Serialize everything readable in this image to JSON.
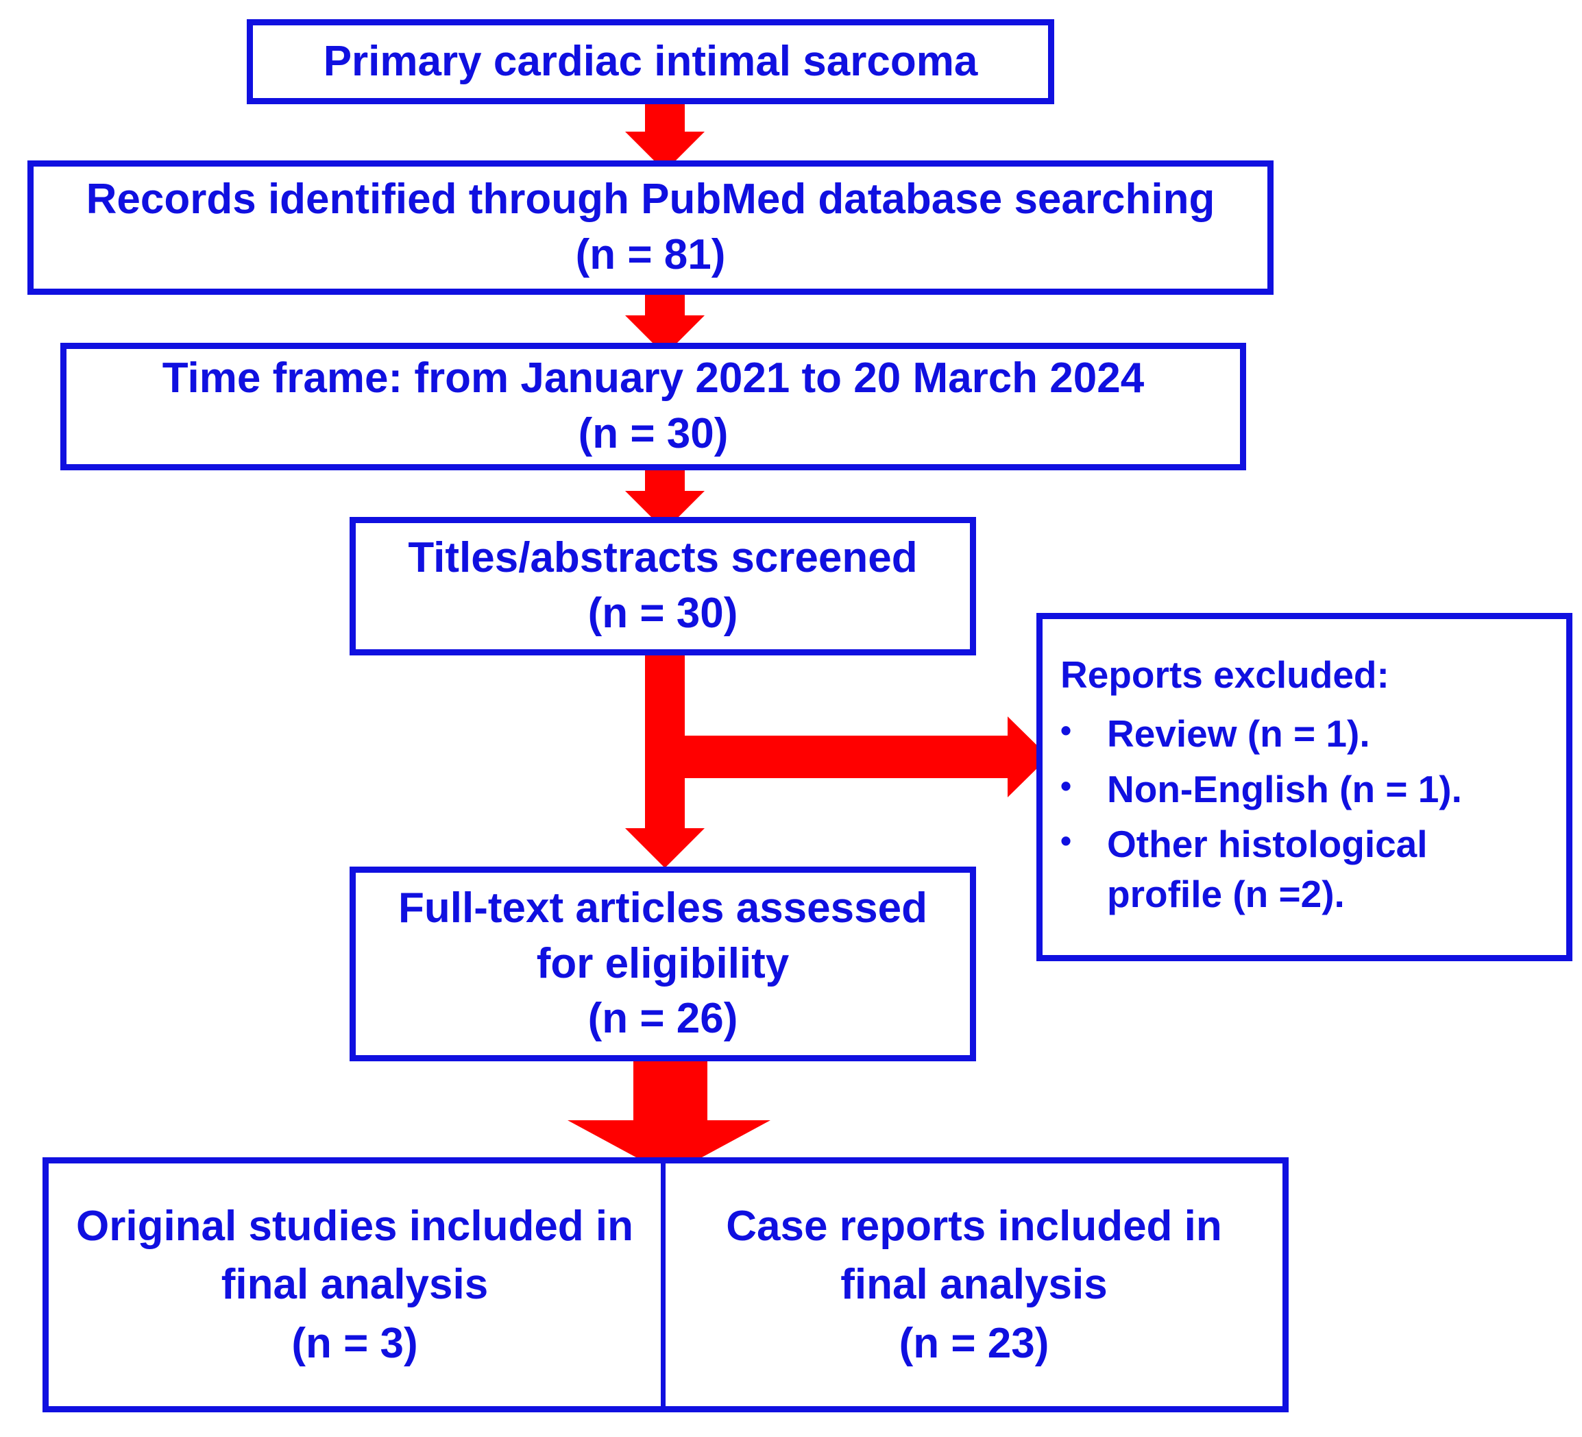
{
  "diagram": {
    "type": "prisma-flow-diagram",
    "accent_blue": "#1010E0",
    "accent_red": "#FF0000",
    "background": "#FFFFFF"
  },
  "boxes": {
    "topic": {
      "line1": "Primary cardiac intimal sarcoma"
    },
    "records_identified": {
      "line1": "Records identified through PubMed database searching",
      "line2": "(n = 81)",
      "count": 81
    },
    "time_frame": {
      "line1": "Time frame: from January 2021 to 20 March 2024",
      "line2": "(n = 30)",
      "count": 30
    },
    "screened": {
      "line1": "Titles/abstracts screened",
      "line2": "(n = 30)",
      "count": 30
    },
    "excluded": {
      "title": "Reports excluded:",
      "bullet_glyph": "•",
      "items": [
        {
          "label": "Review (n = 1).",
          "count": 1
        },
        {
          "label": "Non-English (n = 1).",
          "count": 1
        },
        {
          "label": "Other histological",
          "label2": "profile (n =2).",
          "count": 2
        }
      ]
    },
    "full_text": {
      "line1": "Full-text articles assessed",
      "line2": "for eligibility",
      "line3": "(n = 26)",
      "count": 26
    },
    "included_original": {
      "line1": "Original studies included in",
      "line2": "final analysis",
      "line3": "(n = 3)",
      "count": 3
    },
    "included_case_reports": {
      "line1": "Case reports included in",
      "line2": "final analysis",
      "line3": "(n = 23)",
      "count": 23
    }
  },
  "arrows": [
    {
      "name": "topic-to-records",
      "direction": "down"
    },
    {
      "name": "records-to-timeframe",
      "direction": "down"
    },
    {
      "name": "timeframe-to-screened",
      "direction": "down"
    },
    {
      "name": "screened-to-fulltext",
      "direction": "down-and-right"
    },
    {
      "name": "fulltext-to-included",
      "direction": "down"
    }
  ]
}
